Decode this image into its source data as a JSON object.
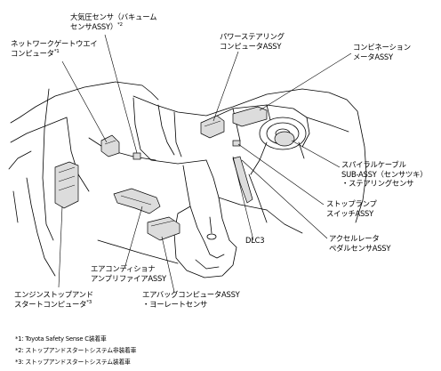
{
  "labels": {
    "atmos_sensor": {
      "line1": "大気圧センサ（バキューム",
      "line2": "センサASSY）",
      "mark": "*2"
    },
    "network_gateway": {
      "line1": "ネットワークゲートウエイ",
      "line2": "コンピュータ",
      "mark": "*1"
    },
    "power_steering": {
      "line1": "パワーステアリング",
      "line2": "コンピュータASSY"
    },
    "combination_meter": {
      "line1": "コンビネーション",
      "line2": "メータASSY"
    },
    "spiral_cable": {
      "line1": "スパイラルケーブル",
      "line2": "SUB-ASSY（センサツキ）",
      "line3": "・ステアリングセンサ"
    },
    "stop_lamp": {
      "line1": "ストップランプ",
      "line2": "スイッチASSY"
    },
    "accel_pedal": {
      "line1": "アクセルレータ",
      "line2": "ペダルセンサASSY"
    },
    "dlc3": {
      "line1": "DLC3"
    },
    "aircon_amp": {
      "line1": "エアコンディショナ",
      "line2": "アンプリファイアASSY"
    },
    "engine_stop_start": {
      "line1": "エンジンストップアンド",
      "line2": "スタートコンピュータ",
      "mark": "*3"
    },
    "airbag_computer": {
      "line1": "エアバッグコンピュータASSY",
      "line2": "・ヨーレートセンサ"
    }
  },
  "footnotes": [
    "*1: Toyota Safety Sense C装着車",
    "*2: ストップアンドスタートシステム非装着車",
    "*3: ストップアンドスタートシステム装着車"
  ]
}
